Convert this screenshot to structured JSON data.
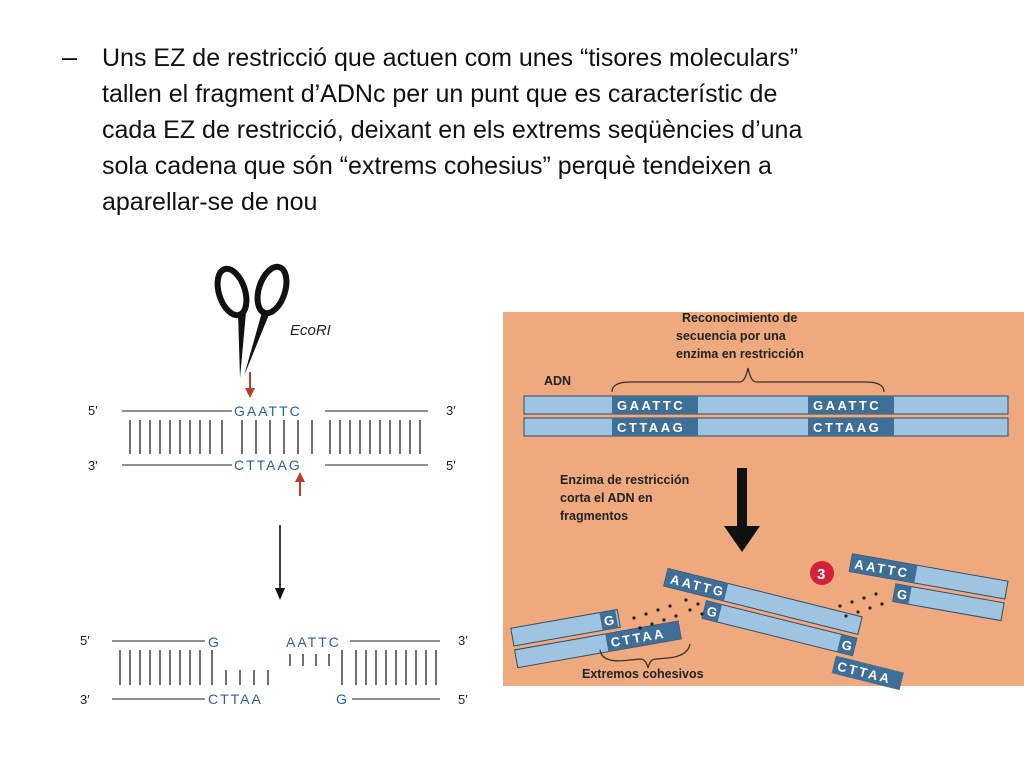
{
  "bullet": {
    "dash": "–",
    "lines": [
      "Uns EZ de restricció que actuen com unes “tisores moleculars”",
      "tallen el fragment d’ADNc per un punt que es característic de",
      "cada EZ de restricció, deixant en els extrems seqüències d’una",
      "sola cadena que són “extrems cohesius” perquè tendeixen a",
      "aparellar-se de nou"
    ]
  },
  "left_diagram": {
    "enzyme": "EcoRI",
    "top": {
      "strand1_5": "5′",
      "strand1_3": "3′",
      "strand1_seq": "GAATTC",
      "strand2_3": "3′",
      "strand2_5": "5′",
      "strand2_seq": "CTTAAG"
    },
    "bottom": {
      "strand1_5": "5′",
      "strand1_3": "3′",
      "frag_left_top": "G",
      "frag_right_top": "AATTC",
      "strand2_3": "3′",
      "strand2_5": "5′",
      "frag_left_bottom": "CTTAA",
      "frag_right_bottom": "G"
    }
  },
  "right_diagram": {
    "colors": {
      "background": "#efa97e",
      "strand": "#9fc4e2",
      "seq_box": "#3f6e96",
      "badge": "#d4213a",
      "arrow": "#000000"
    },
    "recognition_label": [
      "Reconocimiento de",
      "secuencia por una",
      "enzima en restricción"
    ],
    "adn_label": "ADN",
    "site1_top": "GAATTC",
    "site1_bottom": "CTTAAG",
    "site2_top": "GAATTC",
    "site2_bottom": "CTTAAG",
    "cut_label": [
      "Enzima de restricción",
      "corta el ADN en",
      "fragmentos"
    ],
    "badge": "3",
    "frag_mid_top": "AATTG",
    "frag_mid_g": "G",
    "frag_mid_g2": "G",
    "frag_mid_bottom": "CTTAA",
    "frag_right_top": "AATTC",
    "frag_right_g": "G",
    "frag_left_g": "G",
    "frag_left_bottom": "CTTAA",
    "cohesive_label": "Extremos cohesivos"
  }
}
